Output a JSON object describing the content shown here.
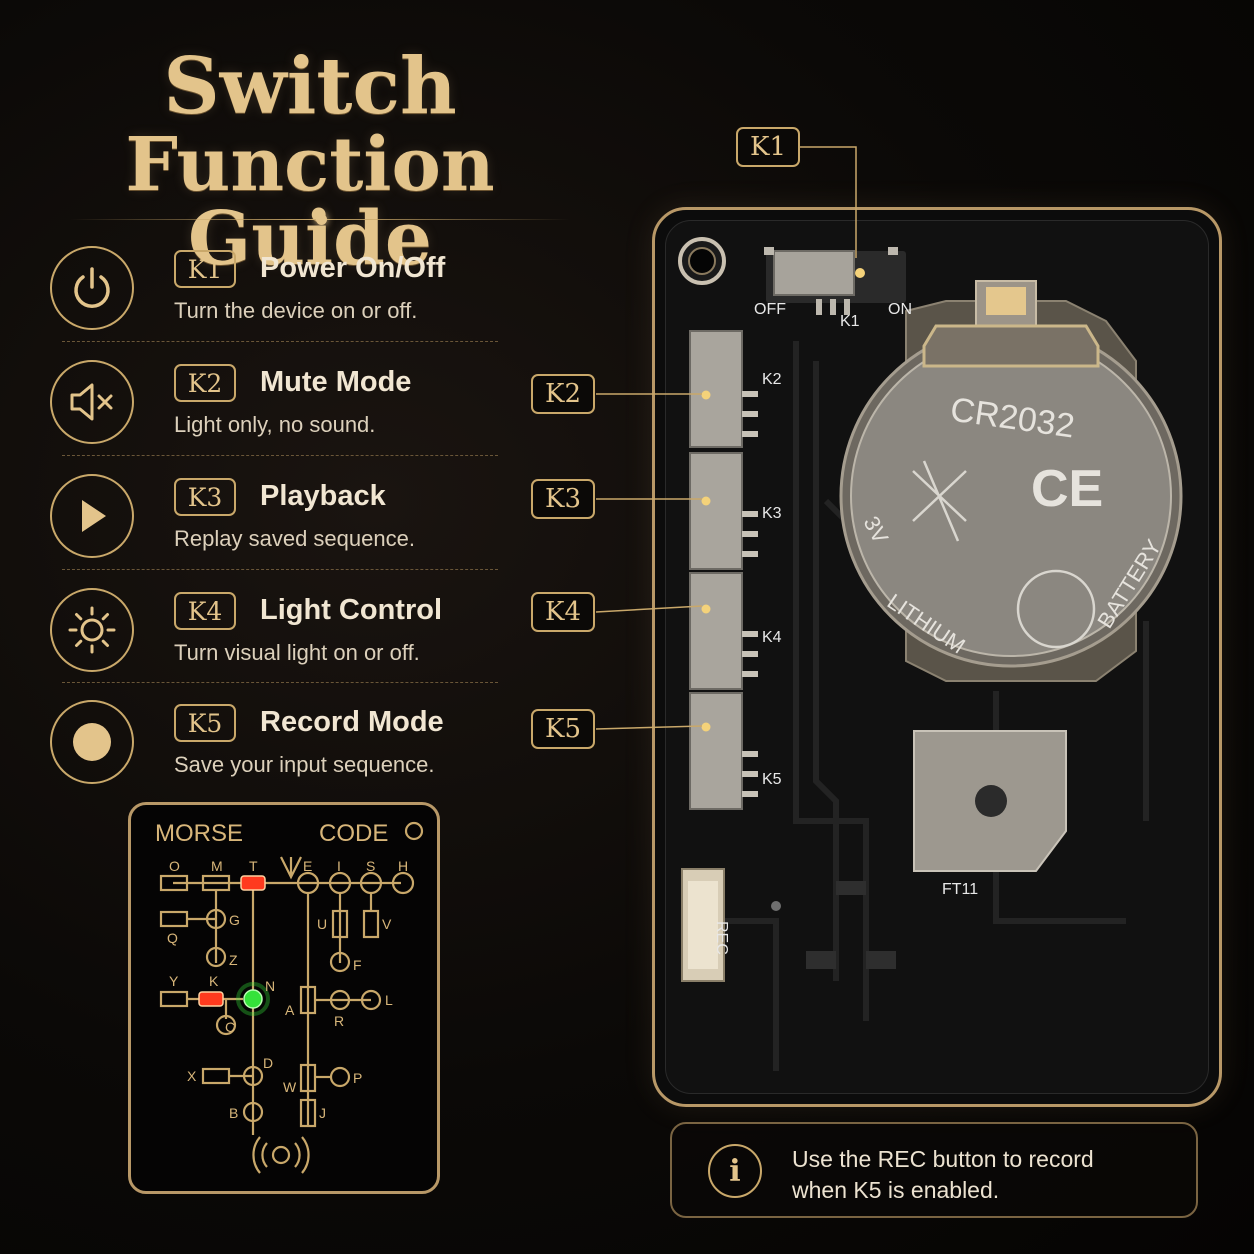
{
  "title": {
    "line1": "Switch",
    "line2": "Function Guide"
  },
  "guide": [
    {
      "key": "K1",
      "title": "Power On/Off",
      "desc": "Turn the device on or off.",
      "icon": "power-icon"
    },
    {
      "key": "K2",
      "title": "Mute Mode",
      "desc": "Light only, no sound.",
      "icon": "mute-speaker-icon"
    },
    {
      "key": "K3",
      "title": "Playback",
      "desc": "Replay saved sequence.",
      "icon": "play-icon"
    },
    {
      "key": "K4",
      "title": "Light Control",
      "desc": "Turn visual light on or off.",
      "icon": "sun-icon"
    },
    {
      "key": "K5",
      "title": "Record Mode",
      "desc": "Save your input sequence.",
      "icon": "record-dot-icon"
    }
  ],
  "morse": {
    "heading_left": "MORSE",
    "heading_right": "CODE",
    "letters": {
      "O": "O",
      "M": "M",
      "T": "T",
      "E": "E",
      "I": "I",
      "S": "S",
      "H": "H",
      "G": "G",
      "Q": "Q",
      "Z": "Z",
      "U": "U",
      "V": "V",
      "F": "F",
      "Y": "Y",
      "K": "K",
      "N": "N",
      "A": "A",
      "L": "L",
      "R": "R",
      "C": "C",
      "D": "D",
      "X": "X",
      "W": "W",
      "P": "P",
      "B": "B",
      "J": "J"
    }
  },
  "device": {
    "callouts": {
      "k1": "K1",
      "k2": "K2",
      "k3": "K3",
      "k4": "K4",
      "k5": "K5"
    },
    "silkscreen": {
      "off": "OFF",
      "on": "ON",
      "k1": "K1",
      "k2": "K2",
      "k3": "K3",
      "k4": "K4",
      "k5": "K5",
      "rec": "REC",
      "ft11": "FT11"
    },
    "battery": {
      "model": "CR2032",
      "voltage": "3V",
      "left": "LITHIUM",
      "right": "BATTERY",
      "mark": "CE"
    }
  },
  "info": {
    "line1": "Use the REC button to record",
    "line2": "when K5 is enabled."
  },
  "colors": {
    "gold": "#e3c48b",
    "background": "#0b0907",
    "led_red": "#ff3a1e",
    "led_green": "#35e23a"
  }
}
